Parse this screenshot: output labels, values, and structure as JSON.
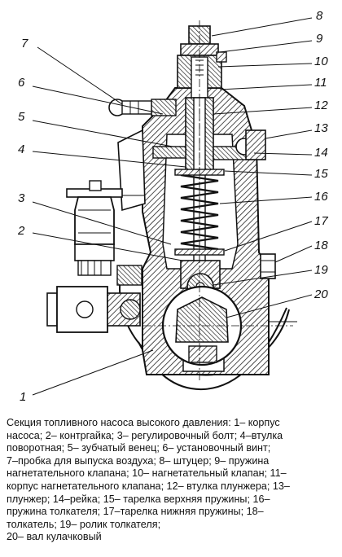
{
  "figure": {
    "labels_left": [
      "7",
      "6",
      "5",
      "4",
      "3",
      "2",
      "1"
    ],
    "labels_right": [
      "8",
      "9",
      "10",
      "11",
      "12",
      "13",
      "14",
      "15",
      "16",
      "17",
      "18",
      "19",
      "20"
    ]
  },
  "caption": {
    "lines": [
      "Секция топливного насоса высокого давления: 1– корпус",
      "насоса; 2– контргайка; 3– регулировочный болт; 4–втулка",
      "поворотная; 5– зубчатый венец; 6– установочный винт;",
      "7–пробка для выпуска воздуха; 8– штуцер; 9– пружина",
      "нагнетательного клапана; 10– нагнетательный клапан; 11–",
      "корпус нагнетательного клапана; 12– втулка плунжера; 13–",
      "плунжер; 14–рейка; 15– тарелка верхняя пружины; 16–",
      "пружина толкателя; 17–тарелка нижняя пружины; 18–",
      "толкатель; 19– ролик толкателя;",
      "20– вал кулачковый"
    ]
  }
}
